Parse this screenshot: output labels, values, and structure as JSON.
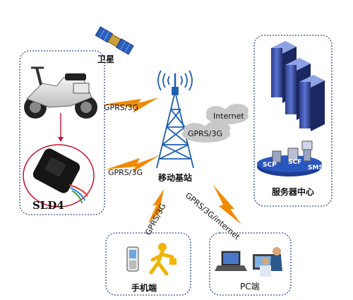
{
  "labels": {
    "satellite": "卫星",
    "tower": "移动基站",
    "server_center": "服务器中心",
    "mobile_end": "手机端",
    "pc_end": "PC端",
    "device": "SLD4",
    "link_bike": "GPRS/3G",
    "link_device": "GPRS/3G",
    "cloud_internet": "Internet",
    "cloud_gprs": "GPRS/3G",
    "link_mobile": "GPRS/3G",
    "link_pc": "GPRS/3G/internet",
    "scp": "SCP",
    "scf": "SCF",
    "sms": "SMS"
  },
  "colors": {
    "box_border": "#2f4f8f",
    "tower": "#1f5fb0",
    "bolt": "#f08a00",
    "cloud": "#c9c9c9",
    "red_line": "#c8102e"
  },
  "icons": [
    "satellite-icon",
    "scooter-icon",
    "gps-tracker-icon",
    "tower-icon",
    "server-rack-icon",
    "phone-icon",
    "person-icon",
    "laptop-icon",
    "people-icon",
    "cloud-icon"
  ]
}
